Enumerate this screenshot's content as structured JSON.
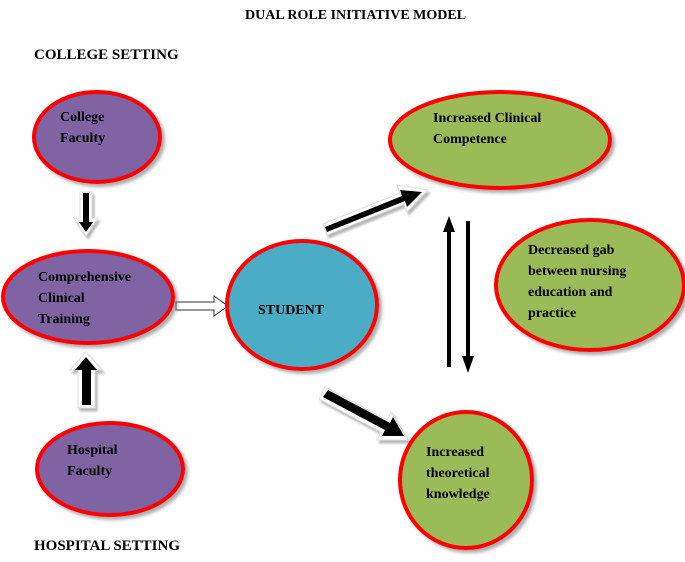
{
  "title": "DUAL ROLE INITIATIVE MODEL",
  "settings": {
    "college": "COLLEGE SETTING",
    "hospital": "HOSPITAL SETTING"
  },
  "colors": {
    "purple_fill": "#8064a2",
    "blue_fill": "#4bacc6",
    "green_fill": "#9bbb59",
    "outline": "#ff0000",
    "arrow": "#000000"
  },
  "nodes": {
    "college_faculty": {
      "lines": [
        "College",
        "Faculty"
      ]
    },
    "clinical_training": {
      "lines": [
        "Comprehensive",
        "Clinical",
        "Training"
      ]
    },
    "hospital_faculty": {
      "lines": [
        "Hospital",
        "Faculty"
      ]
    },
    "student": {
      "lines": [
        "STUDENT"
      ]
    },
    "clinical_competence": {
      "lines": [
        "Increased Clinical",
        "Competence"
      ]
    },
    "decreased_gap": {
      "lines": [
        "Decreased gab",
        "between nursing",
        "education and",
        "practice"
      ]
    },
    "theoretical_knowledge": {
      "lines": [
        "Increased",
        "theoretical",
        "knowledge"
      ]
    }
  },
  "edges": [
    {
      "from": "college_faculty",
      "to": "clinical_training",
      "style": "thick-block"
    },
    {
      "from": "hospital_faculty",
      "to": "clinical_training",
      "style": "thick-block"
    },
    {
      "from": "clinical_training",
      "to": "student",
      "style": "hollow-block"
    },
    {
      "from": "student",
      "to": "clinical_competence",
      "style": "thick-block"
    },
    {
      "from": "student",
      "to": "theoretical_knowledge",
      "style": "thick-block"
    },
    {
      "from": "theoretical_knowledge",
      "to": "clinical_competence",
      "style": "line"
    },
    {
      "from": "clinical_competence",
      "to": "theoretical_knowledge",
      "style": "line"
    }
  ]
}
